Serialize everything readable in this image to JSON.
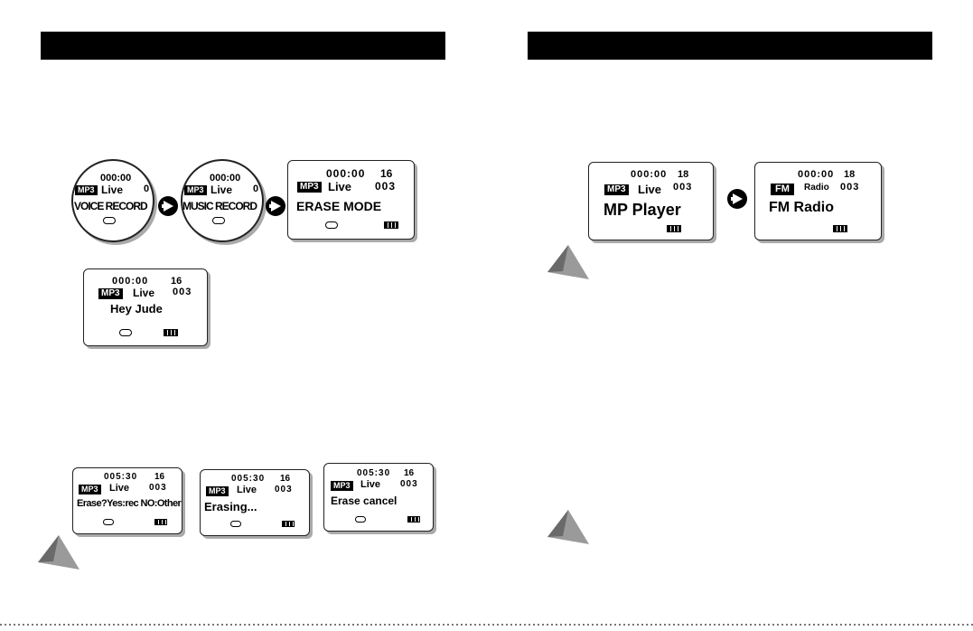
{
  "screens": {
    "voice_record": {
      "time": "000:00",
      "badge": "MP3",
      "live": "Live",
      "extra": "0",
      "title": "VOICE RECORD"
    },
    "music_record": {
      "time": "000:00",
      "badge": "MP3",
      "live": "Live",
      "extra": "0",
      "title": "MUSIC RECORD"
    },
    "erase_mode": {
      "time": "000:00",
      "num": "16",
      "badge": "MP3",
      "live": "Live",
      "track": "003",
      "title": "ERASE MODE"
    },
    "hey_jude": {
      "time": "000:00",
      "num": "16",
      "badge": "MP3",
      "live": "Live",
      "track": "003",
      "title": "Hey Jude"
    },
    "erase_confirm": {
      "time": "005:30",
      "num": "16",
      "badge": "MP3",
      "live": "Live",
      "track": "003",
      "title": "Erase?Yes:rec NO:Other"
    },
    "erasing": {
      "time": "005:30",
      "num": "16",
      "badge": "MP3",
      "live": "Live",
      "track": "003",
      "title": "Erasing..."
    },
    "erase_cancel": {
      "time": "005:30",
      "num": "16",
      "badge": "MP3",
      "live": "Live",
      "track": "003",
      "title": "Erase cancel"
    },
    "mp_player": {
      "time": "000:00",
      "num": "18",
      "badge": "MP3",
      "live": "Live",
      "track": "003",
      "title": "MP Player"
    },
    "fm_radio": {
      "time": "000:00",
      "num": "18",
      "badge": "FM",
      "live": "Radio",
      "track": "003",
      "title": "FM Radio"
    }
  }
}
